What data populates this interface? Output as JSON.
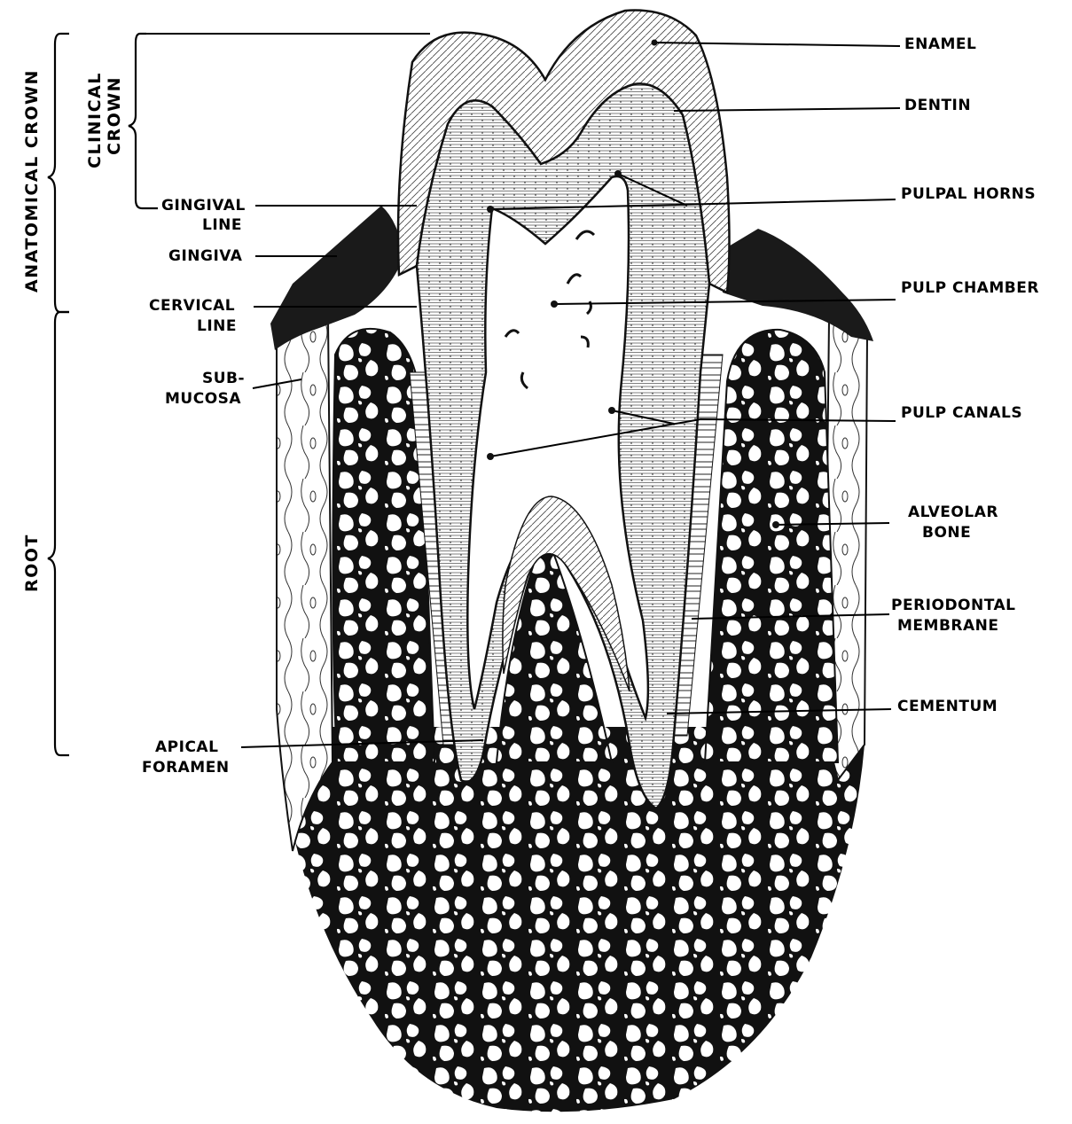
{
  "diagram": {
    "labels_right": {
      "enamel": "ENAMEL",
      "dentin": "DENTIN",
      "pulpal_horns": "PULPAL HORNS",
      "pulp_chamber": "PULP CHAMBER",
      "pulp_canals": "PULP CANALS",
      "alveolar_bone_1": "ALVEOLAR",
      "alveolar_bone_2": "BONE",
      "periodontal_membrane_1": "PERIODONTAL",
      "periodontal_membrane_2": "MEMBRANE",
      "cementum": "CEMENTUM"
    },
    "labels_left": {
      "gingival_line_1": "GINGIVAL",
      "gingival_line_2": "LINE",
      "gingiva": "GINGIVA",
      "cervical_line_1": "CERVICAL",
      "cervical_line_2": "LINE",
      "submucosa_1": "SUB-",
      "submucosa_2": "MUCOSA",
      "apical_foramen_1": "APICAL",
      "apical_foramen_2": "FORAMEN"
    },
    "brackets": {
      "anatomical_crown": "ANATOMICAL CROWN",
      "clinical_crown_1": "CLINICAL",
      "clinical_crown_2": "CROWN",
      "root": "ROOT"
    }
  }
}
